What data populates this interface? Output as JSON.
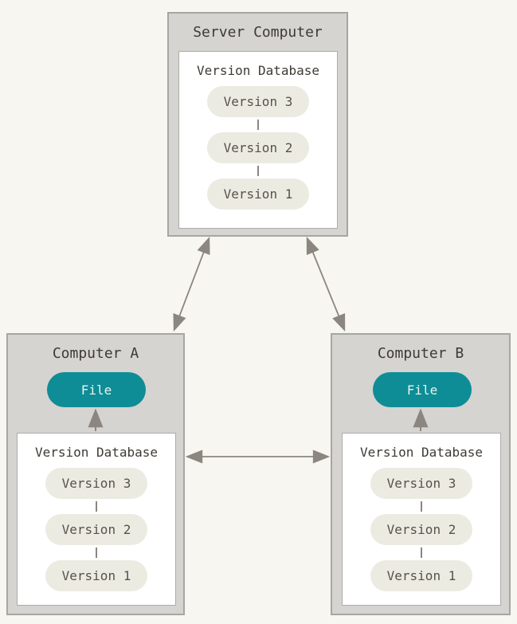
{
  "colors": {
    "background": "#f7f6f1",
    "machine_box_fill": "#d5d4d1",
    "machine_box_border": "#a8a6a2",
    "panel_fill": "#ffffff",
    "panel_border": "#adaba7",
    "version_pill_fill": "#ecebe2",
    "version_pill_text": "#56524b",
    "file_pill_fill": "#0e8d96",
    "file_pill_text": "#edf2ec",
    "title_text": "#3e3a35",
    "arrow": "#8b867f"
  },
  "nodes": {
    "server": {
      "title": "Server Computer",
      "database": {
        "title": "Version Database",
        "versions": [
          "Version 3",
          "Version 2",
          "Version 1"
        ]
      }
    },
    "computer_a": {
      "title": "Computer A",
      "file_label": "File",
      "database": {
        "title": "Version Database",
        "versions": [
          "Version 3",
          "Version 2",
          "Version 1"
        ]
      }
    },
    "computer_b": {
      "title": "Computer B",
      "file_label": "File",
      "database": {
        "title": "Version Database",
        "versions": [
          "Version 3",
          "Version 2",
          "Version 1"
        ]
      }
    }
  }
}
